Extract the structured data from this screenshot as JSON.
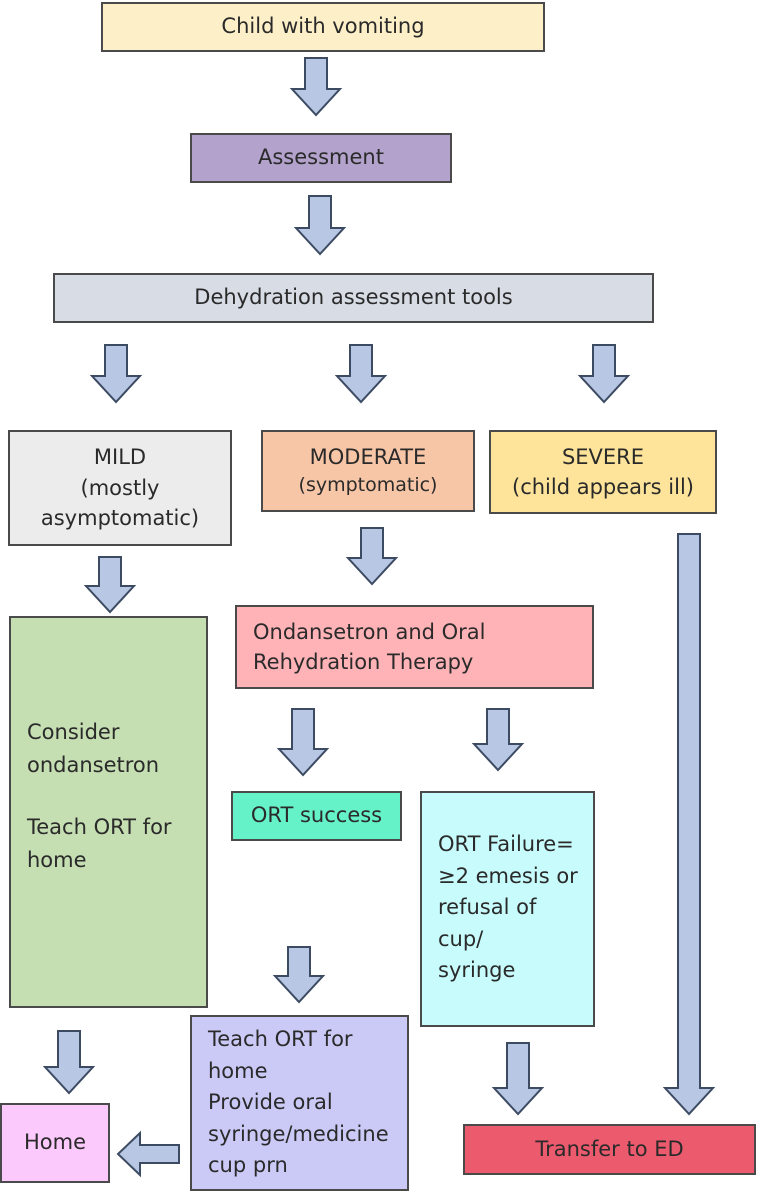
{
  "colors": {
    "arrow_fill": "#b8c7e3",
    "start": "#fdf0c9",
    "assessment": "#b3a2cc",
    "tools": "#d7dce5",
    "mild": "#ececec",
    "moderate": "#f7c6a7",
    "severe": "#fde49a",
    "mild_action": "#c5deb2",
    "ondansetron": "#ffb3b7",
    "ort_success": "#66f2c9",
    "ort_failure": "#c8fbfc",
    "teach_home": "#cbcaf7",
    "home": "#fbc9fb",
    "transfer": "#ec5a6e"
  },
  "nodes": {
    "start": "Child with vomiting",
    "assessment": "Assessment",
    "tools": "Dehydration assessment tools",
    "mild": {
      "line1": "MILD",
      "line2": "(mostly",
      "line3": "asymptomatic)"
    },
    "moderate": {
      "line1": "MODERATE",
      "line2": "(symptomatic)"
    },
    "severe": {
      "line1": "SEVERE",
      "line2": "(child appears ill)"
    },
    "mild_action": {
      "line1": "Consider",
      "line2": "ondansetron",
      "line3": "Teach ORT for",
      "line4": "home"
    },
    "ondansetron": {
      "line1": "Ondansetron and Oral",
      "line2": "Rehydration Therapy"
    },
    "ort_success": "ORT success",
    "ort_failure": {
      "line1": "ORT Failure=",
      "line2": "≥2 emesis or",
      "line3": "refusal of",
      "line4": "cup/",
      "line5": "syringe"
    },
    "teach_home": {
      "line1": "Teach ORT for",
      "line2": "home",
      "line3": "Provide oral",
      "line4": "syringe/medicine",
      "line5": "cup prn"
    },
    "home": "Home",
    "transfer": "Transfer to ED"
  }
}
